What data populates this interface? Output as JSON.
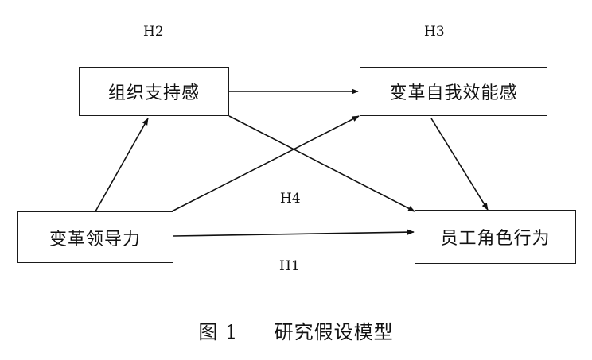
{
  "nodes": {
    "support": "组织支持感",
    "efficacy": "变革自我效能感",
    "leadership": "变革领导力",
    "behavior": "员工角色行为"
  },
  "hypotheses": {
    "h1": "H1",
    "h2": "H2",
    "h3": "H3",
    "h4": "H4"
  },
  "caption": {
    "number": "图 1",
    "title": "研究假设模型"
  }
}
